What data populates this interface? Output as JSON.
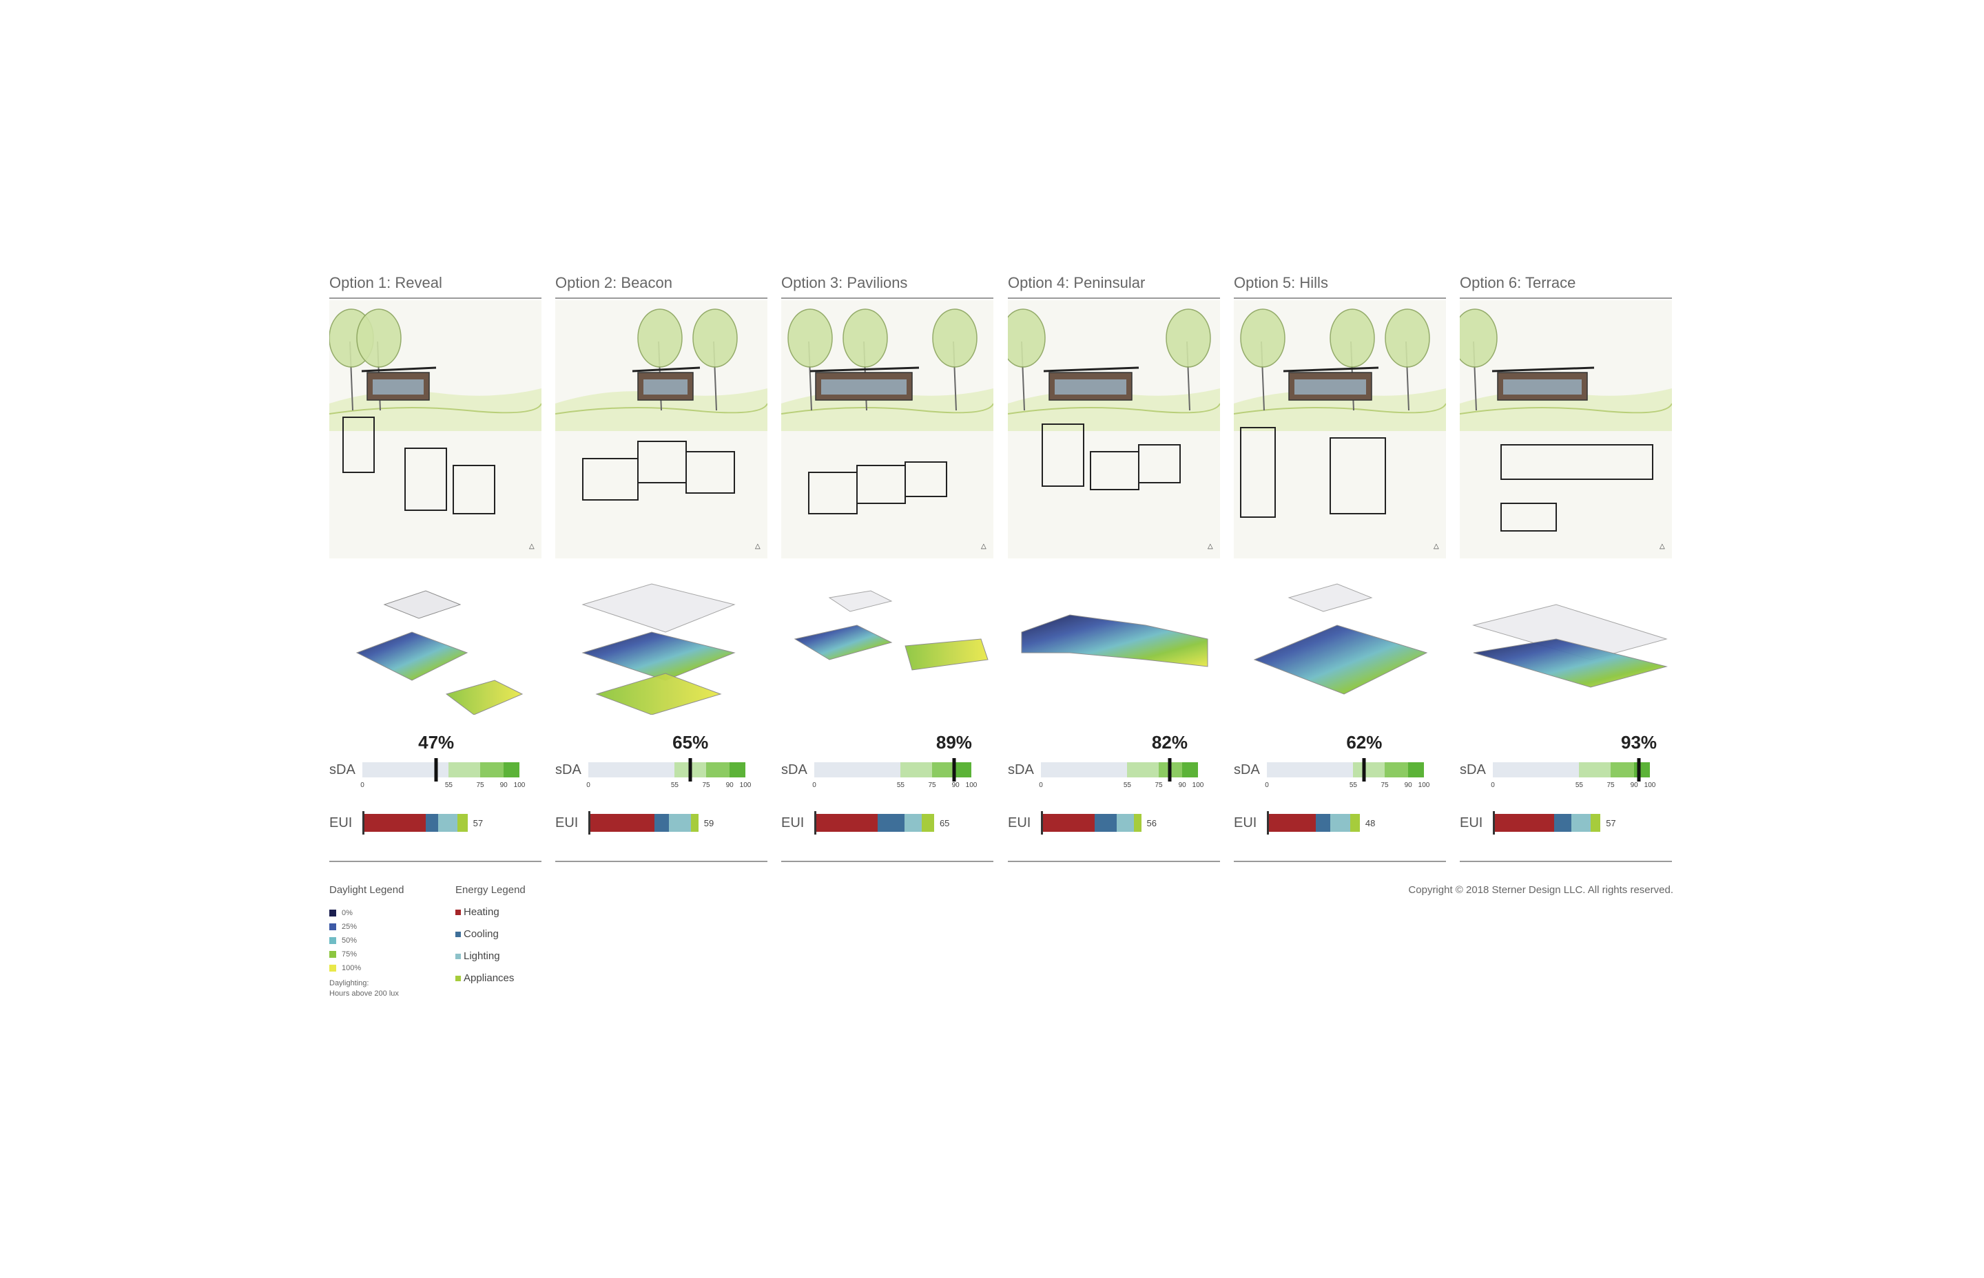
{
  "colors": {
    "heating": "#a52629",
    "cooling": "#3e6f99",
    "lighting": "#8dc2c9",
    "appliances": "#a6cc3c",
    "sda_track": "#e3e8ef",
    "sda_band_1": "#bfe2a8",
    "sda_band_2": "#8ccb62",
    "sda_band_3": "#5cb338",
    "daylight_0": "#1b1f4f",
    "daylight_25": "#3e5aa6",
    "daylight_50": "#6fbcc5",
    "daylight_75": "#8cc63f",
    "daylight_100": "#e9e84a"
  },
  "labels": {
    "sda": "sDA",
    "eui": "EUI"
  },
  "sda_ticks": [
    "0",
    "55",
    "75",
    "90",
    "100"
  ],
  "options": [
    {
      "title": "Option 1: Reveal",
      "sda_pct": "47%",
      "sda_value": 47,
      "eui_value": "57",
      "eui_parts": [
        26,
        5,
        8,
        4
      ]
    },
    {
      "title": "Option 2: Beacon",
      "sda_pct": "65%",
      "sda_value": 65,
      "eui_value": "59",
      "eui_parts": [
        27,
        6,
        9,
        3
      ]
    },
    {
      "title": "Option 3: Pavilions",
      "sda_pct": "89%",
      "sda_value": 89,
      "eui_value": "65",
      "eui_parts": [
        26,
        11,
        7,
        5
      ]
    },
    {
      "title": "Option 4: Peninsular",
      "sda_pct": "82%",
      "sda_value": 82,
      "eui_value": "56",
      "eui_parts": [
        22,
        9,
        7,
        3
      ]
    },
    {
      "title": "Option 5: Hills",
      "sda_pct": "62%",
      "sda_value": 62,
      "eui_value": "48",
      "eui_parts": [
        20,
        6,
        8,
        4
      ]
    },
    {
      "title": "Option 6: Terrace",
      "sda_pct": "93%",
      "sda_value": 93,
      "eui_value": "57",
      "eui_parts": [
        25,
        7,
        8,
        4
      ]
    }
  ],
  "daylight_legend": {
    "title": "Daylight Legend",
    "items": [
      "0%",
      "25%",
      "50%",
      "75%",
      "100%"
    ],
    "note_line1": "Daylighting:",
    "note_line2": "Hours above 200 lux"
  },
  "energy_legend": {
    "title": "Energy Legend",
    "items": [
      "Heating",
      "Cooling",
      "Lighting",
      "Appliances"
    ]
  },
  "copyright": "Copyright © 2018 Sterner Design LLC. All rights reserved."
}
